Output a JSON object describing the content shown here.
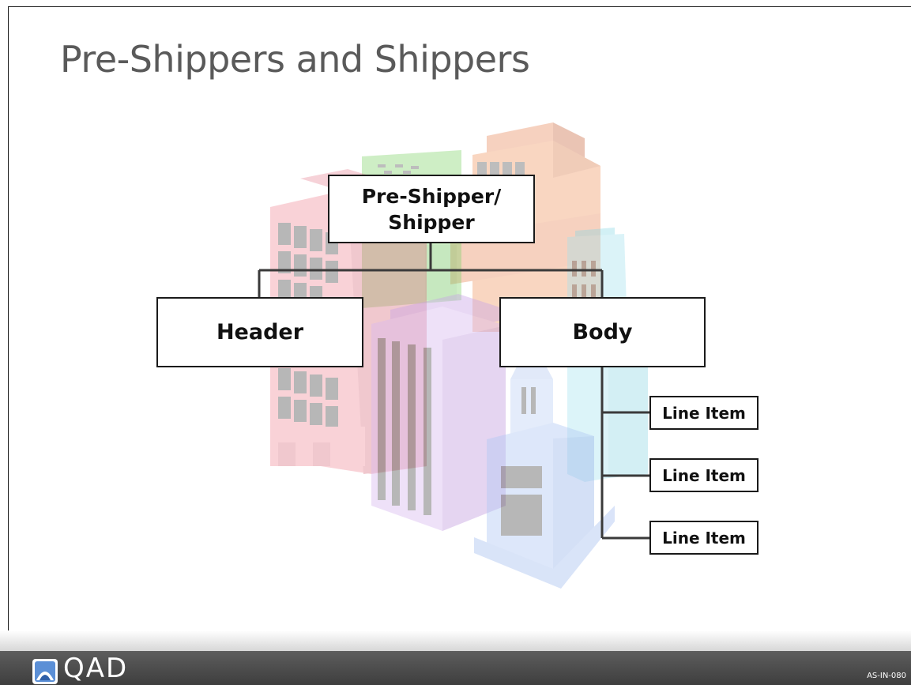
{
  "slide": {
    "title": "Pre-Shippers and Shippers",
    "slide_code": "AS-IN-080"
  },
  "diagram": {
    "root": {
      "line1": "Pre-Shipper/",
      "line2": "Shipper"
    },
    "header": "Header",
    "body": "Body",
    "line_items": [
      "Line Item",
      "Line Item",
      "Line Item"
    ]
  },
  "footer": {
    "logo_text": "QAD",
    "logo_icon": "qad-logo-icon"
  },
  "colors": {
    "title": "#5a5a5a",
    "box_border": "#1a1a1a",
    "connector": "#3a3a3a",
    "footer_bar": "#4a4a4a"
  }
}
